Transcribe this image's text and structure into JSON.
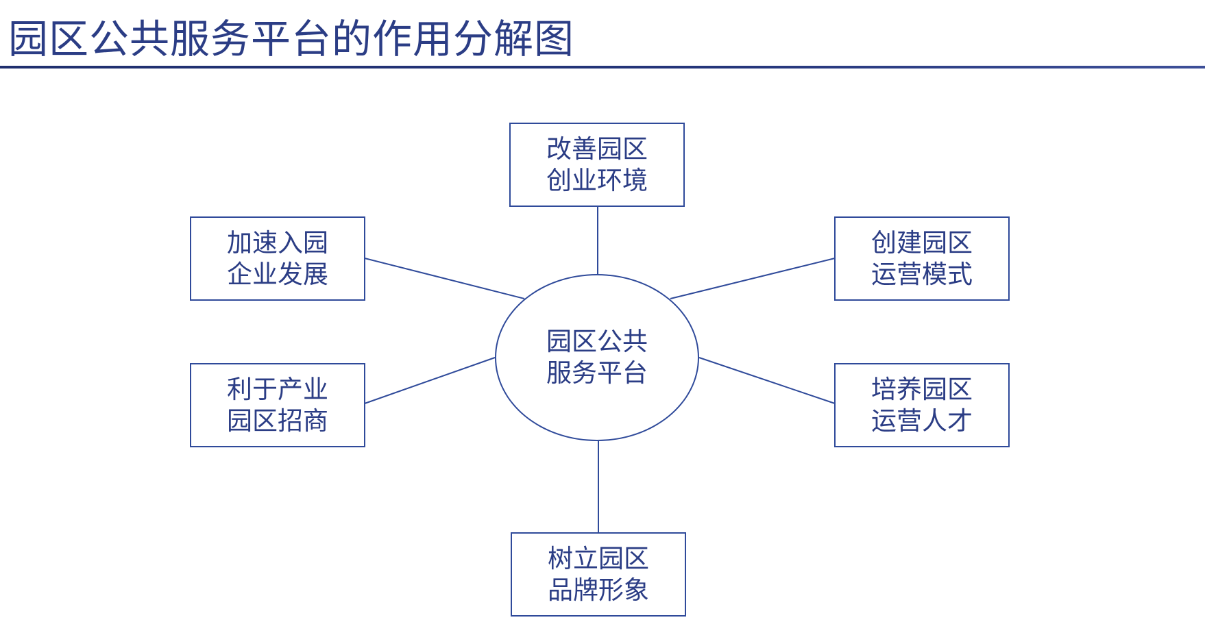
{
  "title": "园区公共服务平台的作用分解图",
  "colors": {
    "title_text": "#2b3d85",
    "title_rule": "#1f2f6e",
    "diagram_stroke": "#2f4a9a",
    "node_text": "#2b3d85",
    "background": "#ffffff"
  },
  "center": {
    "line1": "园区公共",
    "line2": "服务平台"
  },
  "nodes": {
    "top": {
      "line1": "改善园区",
      "line2": "创业环境"
    },
    "upper_left": {
      "line1": "加速入园",
      "line2": "企业发展"
    },
    "upper_right": {
      "line1": "创建园区",
      "line2": "运营模式"
    },
    "lower_left": {
      "line1": "利于产业",
      "line2": "园区招商"
    },
    "lower_right": {
      "line1": "培养园区",
      "line2": "运营人才"
    },
    "bottom": {
      "line1": "树立园区",
      "line2": "品牌形象"
    }
  }
}
